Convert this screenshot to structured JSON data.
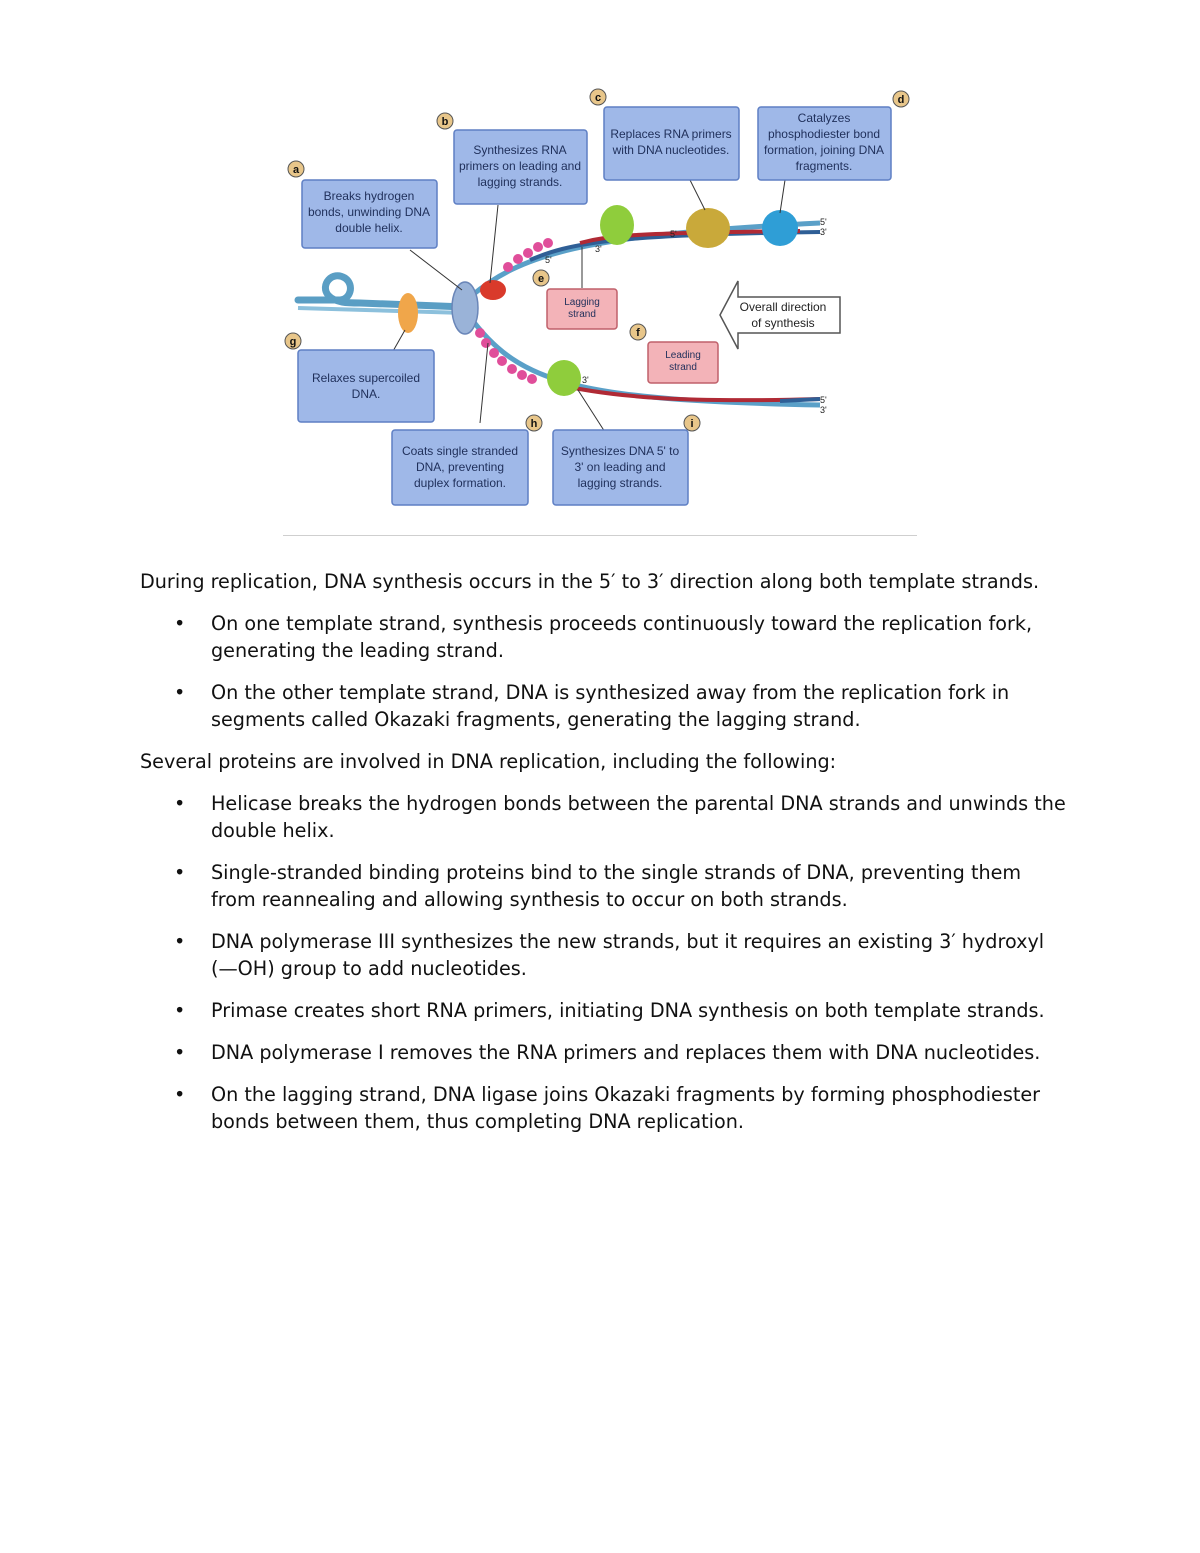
{
  "figure": {
    "boxes": {
      "a": [
        "Breaks hydrogen",
        "bonds, unwinding DNA",
        "double helix."
      ],
      "b": [
        "Synthesizes RNA",
        "primers on leading and",
        "lagging strands."
      ],
      "c": [
        "Replaces RNA primers",
        "with DNA nucleotides."
      ],
      "d": [
        "Catalyzes",
        "phosphodiester bond",
        "formation, joining DNA",
        "fragments."
      ],
      "e": [
        "Lagging",
        "strand"
      ],
      "f": [
        "Leading",
        "strand"
      ],
      "g": [
        "Relaxes supercoiled",
        "DNA."
      ],
      "h": [
        "Coats single stranded",
        "DNA, preventing",
        "duplex formation."
      ],
      "i": [
        "Synthesizes DNA 5' to",
        "3' on leading and",
        "lagging strands."
      ]
    },
    "letters": {
      "a": "a",
      "b": "b",
      "c": "c",
      "d": "d",
      "e": "e",
      "f": "f",
      "g": "g",
      "h": "h",
      "i": "i"
    },
    "arrow": [
      "Overall direction",
      "of synthesis"
    ],
    "ends": {
      "top5": "5'",
      "top3": "3'",
      "bot5": "5'",
      "bot3": "3'",
      "lag5": "5'",
      "lag3": "3'",
      "pol5": "5'",
      "lead3": "3'",
      "ok5": "5'",
      "ok3": "3'"
    }
  },
  "intro": "During replication, DNA synthesis occurs in the 5′ to 3′ direction along both template strands.",
  "strand_points": [
    "On one template strand, synthesis proceeds continuously toward the replication fork, generating the leading strand.",
    "On the other template strand, DNA is synthesized away from the replication fork in segments called Okazaki fragments, generating the lagging strand."
  ],
  "proteins_intro": "Several proteins are involved in DNA replication, including the following:",
  "protein_points": [
    "Helicase breaks the hydrogen bonds between the parental DNA strands and unwinds the double helix.",
    "Single-stranded binding proteins bind to the single strands of DNA, preventing them from reannealing and allowing synthesis to occur on both strands.",
    "DNA polymerase III synthesizes the new strands, but it requires an existing 3′ hydroxyl (—OH) group to add nucleotides.",
    "Primase creates short RNA primers, initiating DNA synthesis on both template strands.",
    "DNA polymerase I removes the RNA primers and replaces them with DNA nucleotides.",
    "On the lagging strand, DNA ligase joins Okazaki fragments by forming phosphodiester bonds between them, thus completing DNA replication."
  ]
}
